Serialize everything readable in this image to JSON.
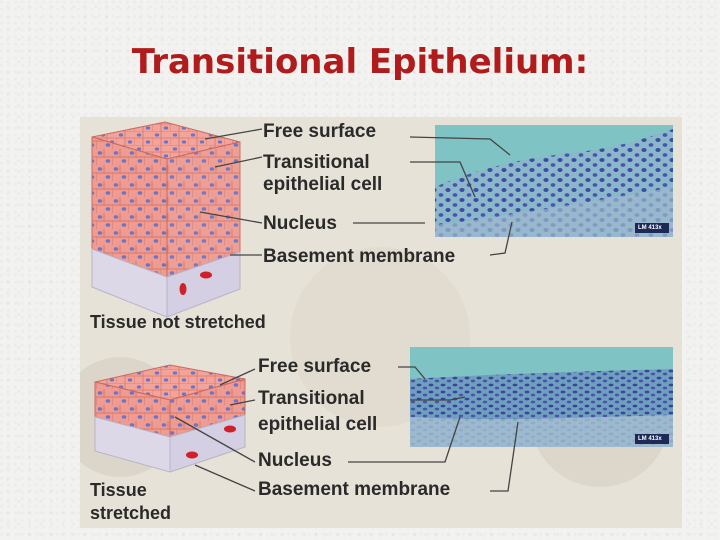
{
  "title": "Transitional Epithelium:",
  "panels": {
    "top": {
      "labels": {
        "free_surface": "Free surface",
        "cell_line1": "Transitional",
        "cell_line2": "epithelial cell",
        "nucleus": "Nucleus",
        "basement_membrane": "Basement membrane"
      },
      "caption": "Tissue not stretched",
      "magnification": "LM 413x"
    },
    "bottom": {
      "labels": {
        "free_surface": "Free surface",
        "cell_line1": "Transitional",
        "cell_line2": "epithelial cell",
        "nucleus": "Nucleus",
        "basement_membrane": "Basement membrane"
      },
      "caption_line1": "Tissue",
      "caption_line2": "stretched",
      "magnification": "LM 413x"
    }
  },
  "colors": {
    "title": "#b01c1c",
    "cell_pink": "#f2a49a",
    "nucleus_blue": "#6f72c8",
    "micrograph_bg": "#7fc3c4",
    "tissue_purple": "#5a5fae",
    "connective": "#ddd8e8",
    "blood_cell": "#d0202a"
  }
}
